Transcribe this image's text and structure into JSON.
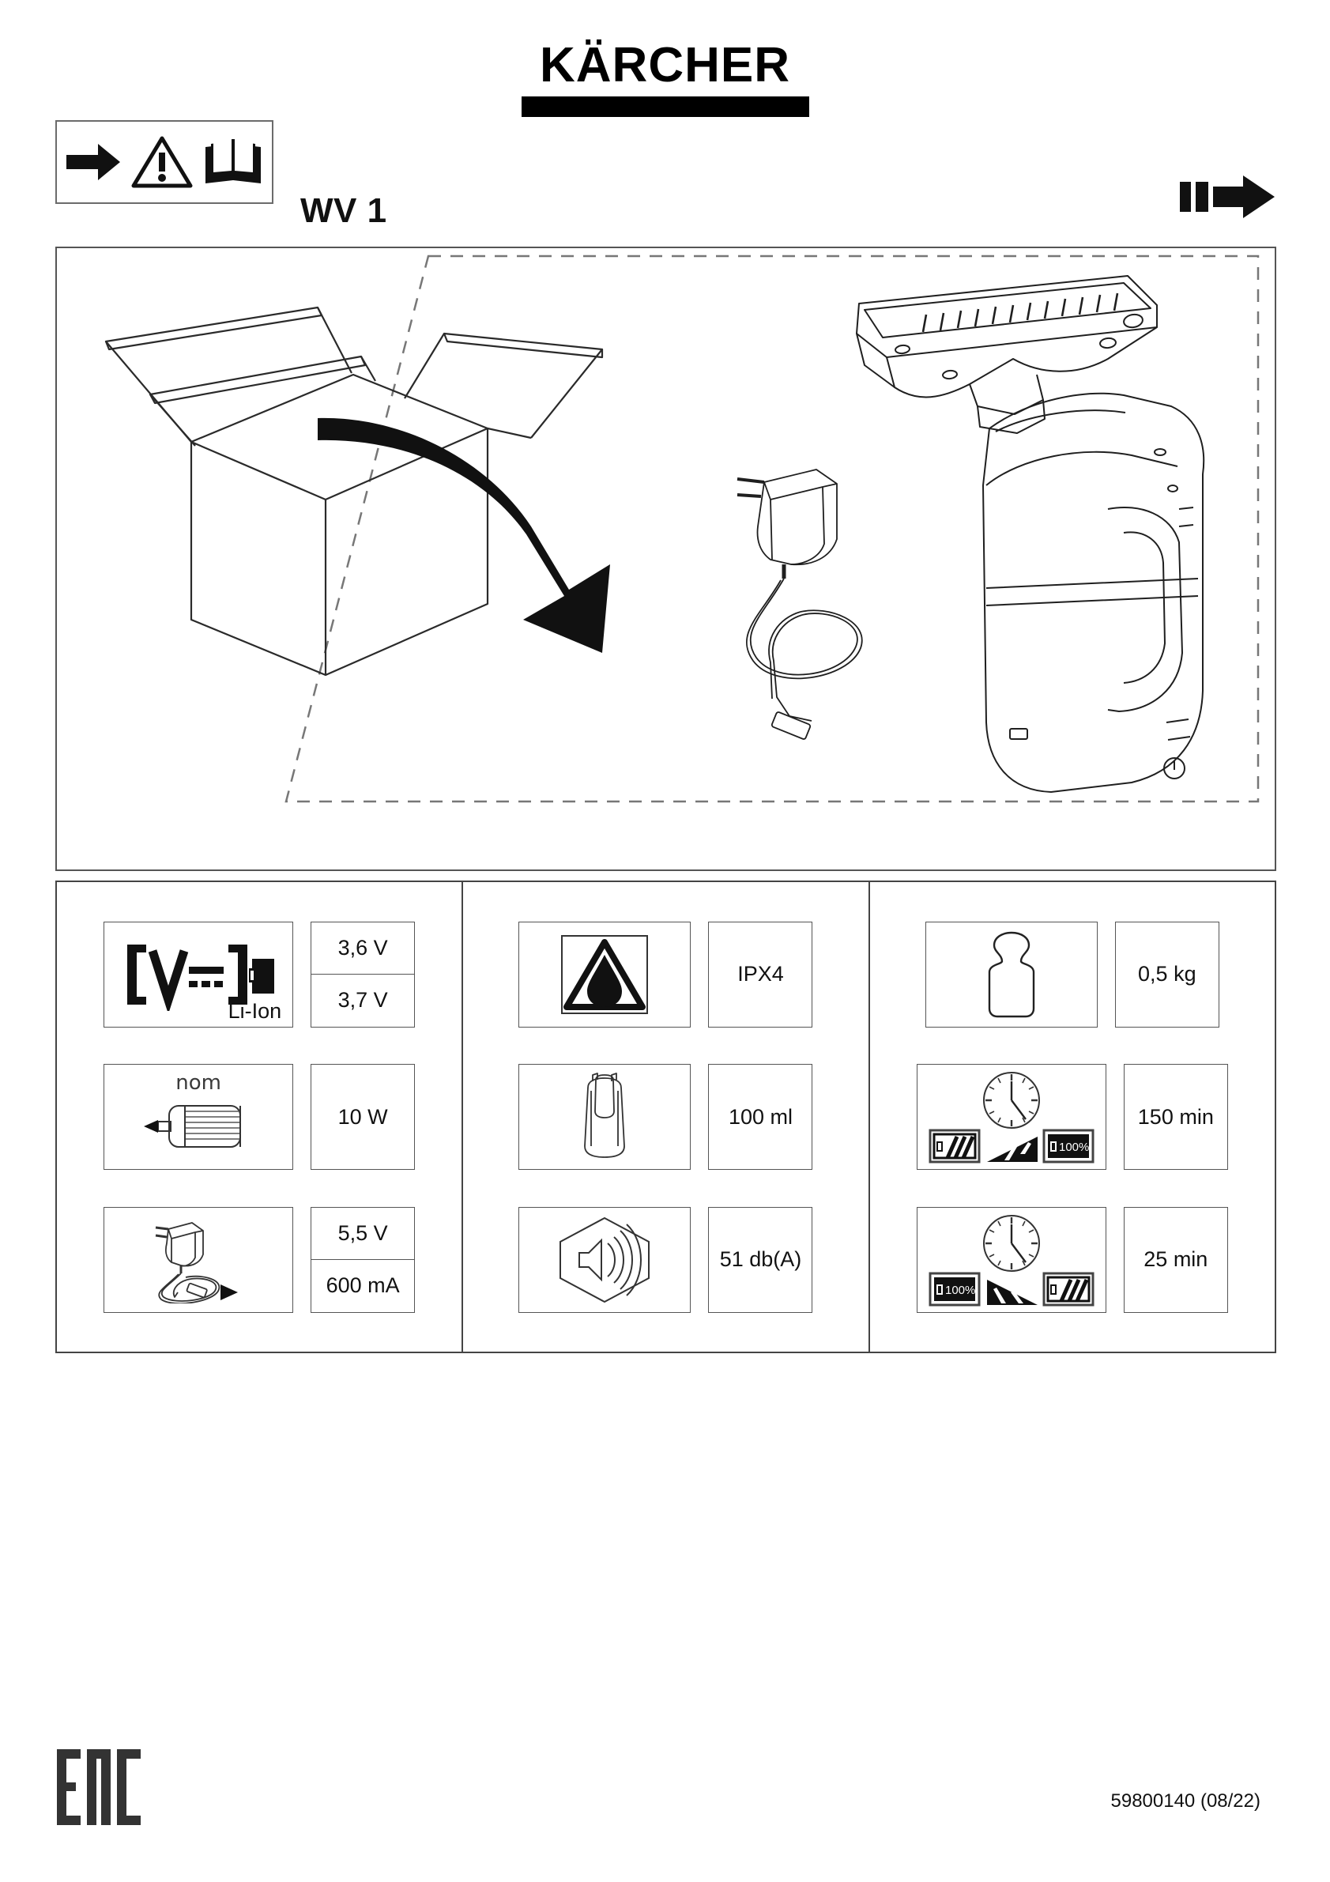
{
  "brand": {
    "name": "KÄRCHER"
  },
  "header": {
    "model": "WV 1",
    "warning_icons": [
      "arrow-right-icon",
      "warning-triangle-icon",
      "open-book-icon"
    ],
    "forward_icon": "fast-forward-arrow-icon"
  },
  "main_panel": {
    "items": [
      "open-box-icon",
      "curved-arrow-icon",
      "suction-nozzle-icon",
      "charger-icon",
      "window-vac-device-icon"
    ]
  },
  "specs": {
    "columns": [
      {
        "rows": [
          {
            "symbol": "battery-voltage-icon",
            "symbol_label": "Li-Ion",
            "values": [
              "3,6 V",
              "3,7 V"
            ]
          },
          {
            "symbol": "motor-nominal-power-icon",
            "symbol_label": "nom",
            "values": [
              "10 W"
            ]
          },
          {
            "symbol": "charger-output-icon",
            "symbol_label": "",
            "values": [
              "5,5 V",
              "600 mA"
            ]
          }
        ]
      },
      {
        "rows": [
          {
            "symbol": "water-protection-icon",
            "symbol_label": "",
            "values": [
              "IPX4"
            ]
          },
          {
            "symbol": "tank-capacity-icon",
            "symbol_label": "",
            "values": [
              "100 ml"
            ]
          },
          {
            "symbol": "sound-level-icon",
            "symbol_label": "",
            "values": [
              "51 db(A)"
            ]
          }
        ]
      },
      {
        "rows": [
          {
            "symbol": "weight-icon",
            "symbol_label": "",
            "values": [
              "0,5 kg"
            ]
          },
          {
            "symbol": "charging-time-icon",
            "symbol_label": "100%",
            "values": [
              "150 min"
            ]
          },
          {
            "symbol": "runtime-icon",
            "symbol_label": "100%",
            "values": [
              "25 min"
            ]
          }
        ]
      }
    ]
  },
  "footer": {
    "conformity_mark": "EAC",
    "document_number": "59800140 (08/22)"
  }
}
